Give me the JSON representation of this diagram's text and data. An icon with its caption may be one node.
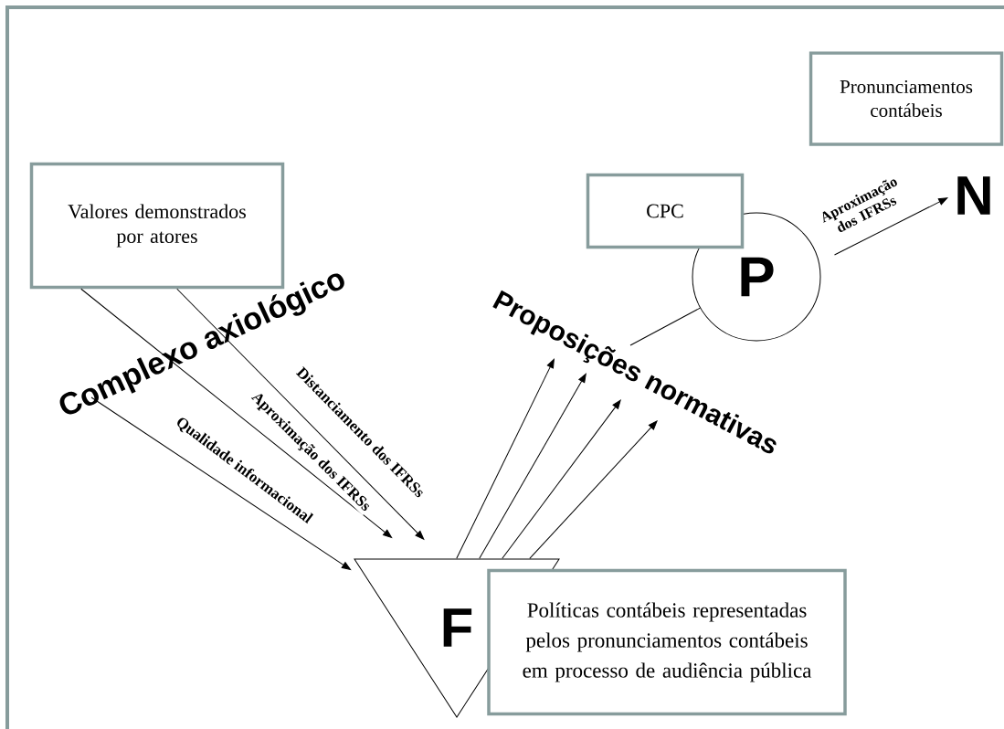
{
  "diagram": {
    "nodes": [
      {
        "text": [
          "Valores demonstrados por atores"
        ]
      },
      {
        "text": [
          "Pronunciamentos contábeis"
        ]
      },
      {
        "text": [
          "CPC"
        ]
      },
      {
        "text": [
          "P"
        ]
      },
      {
        "text": [
          "N"
        ]
      },
      {
        "text": [
          "F"
        ]
      },
      {
        "text": [
          "Políticas contábeis representadas pelos pronunciamentos contábeis em processo de audiência pública"
        ]
      },
      {
        "text": [
          "Complexo axiológico"
        ]
      },
      {
        "text": [
          "Proposições normativas"
        ]
      }
    ],
    "edges": [
      {
        "from": 7,
        "to": 5,
        "arrow": "to",
        "label": "Qualidade informacional"
      },
      {
        "from": 0,
        "to": 5,
        "arrow": "to",
        "label": "Aproximação dos IFRSs"
      },
      {
        "from": 0,
        "to": 5,
        "arrow": "to",
        "label": "Distanciamento dos IFRSs"
      },
      {
        "from": 5,
        "to": 8,
        "arrow": "to"
      },
      {
        "from": 5,
        "to": 8,
        "arrow": "to"
      },
      {
        "from": 5,
        "to": 8,
        "arrow": "to"
      },
      {
        "from": 5,
        "to": 8,
        "arrow": "to"
      },
      {
        "from": 3,
        "to": 8,
        "arrow": "none"
      },
      {
        "from": 3,
        "to": 4,
        "arrow": "to",
        "label": "Aproximação dos IFRSs"
      }
    ]
  }
}
